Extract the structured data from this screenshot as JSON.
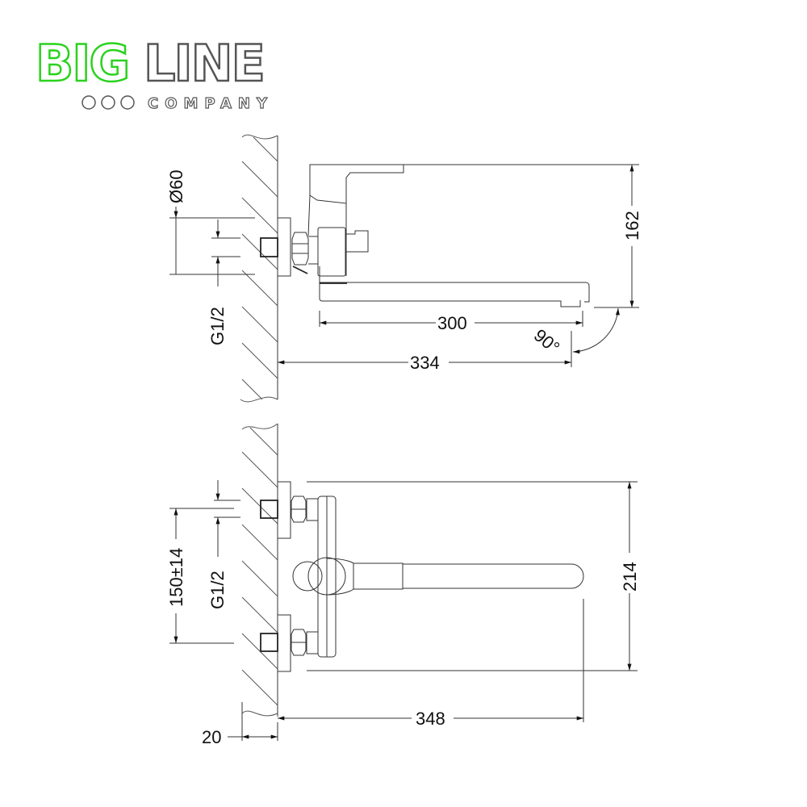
{
  "logo": {
    "part1": "BIG",
    "part2": "LINE",
    "subtitle": "COMPANY",
    "green": "#2bd21f",
    "gray": "#555555"
  },
  "top_view": {
    "diameter_label": "Ø60",
    "thread_label": "G1/2",
    "height_label": "162",
    "spout_length_label": "300",
    "total_length_label": "334",
    "angle_label": "90°"
  },
  "front_view": {
    "spacing_label": "150±14",
    "thread_label": "G1/2",
    "height_label": "214",
    "length_label": "348",
    "wall_offset_label": "20"
  }
}
